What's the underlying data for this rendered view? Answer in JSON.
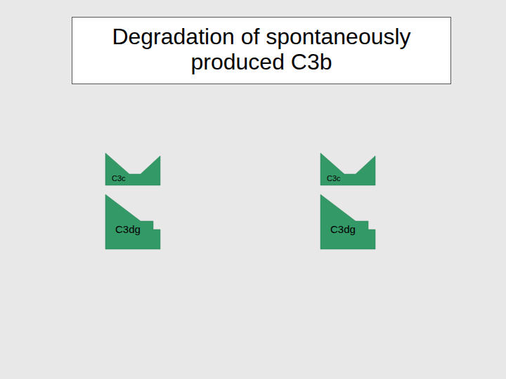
{
  "diagram": {
    "title": "Degradation of spontaneously produced C3b",
    "nodes": [
      {
        "text": [
          "C3c"
        ]
      },
      {
        "text": [
          "C3dg"
        ]
      },
      {
        "text": [
          "C3c"
        ]
      },
      {
        "text": [
          "C3dg"
        ]
      }
    ]
  }
}
